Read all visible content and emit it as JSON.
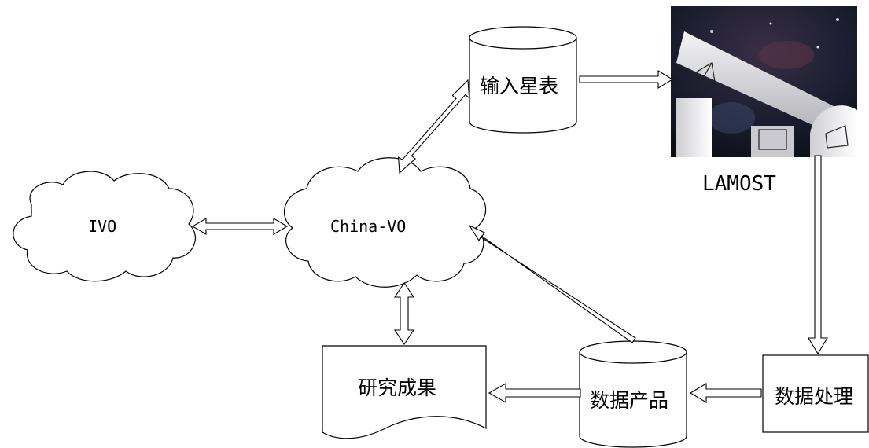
{
  "nodes": {
    "ivo": "IVO",
    "china_vo": "China-VO",
    "input_catalog": "输入星表",
    "lamost": "LAMOST",
    "data_processing": "数据处理",
    "data_products": "数据产品",
    "research_results": "研究成果"
  },
  "colors": {
    "line": "#000000",
    "fill": "#ffffff",
    "photo_sky": "#1a1d2e",
    "photo_dome": "#e8e8ea"
  }
}
